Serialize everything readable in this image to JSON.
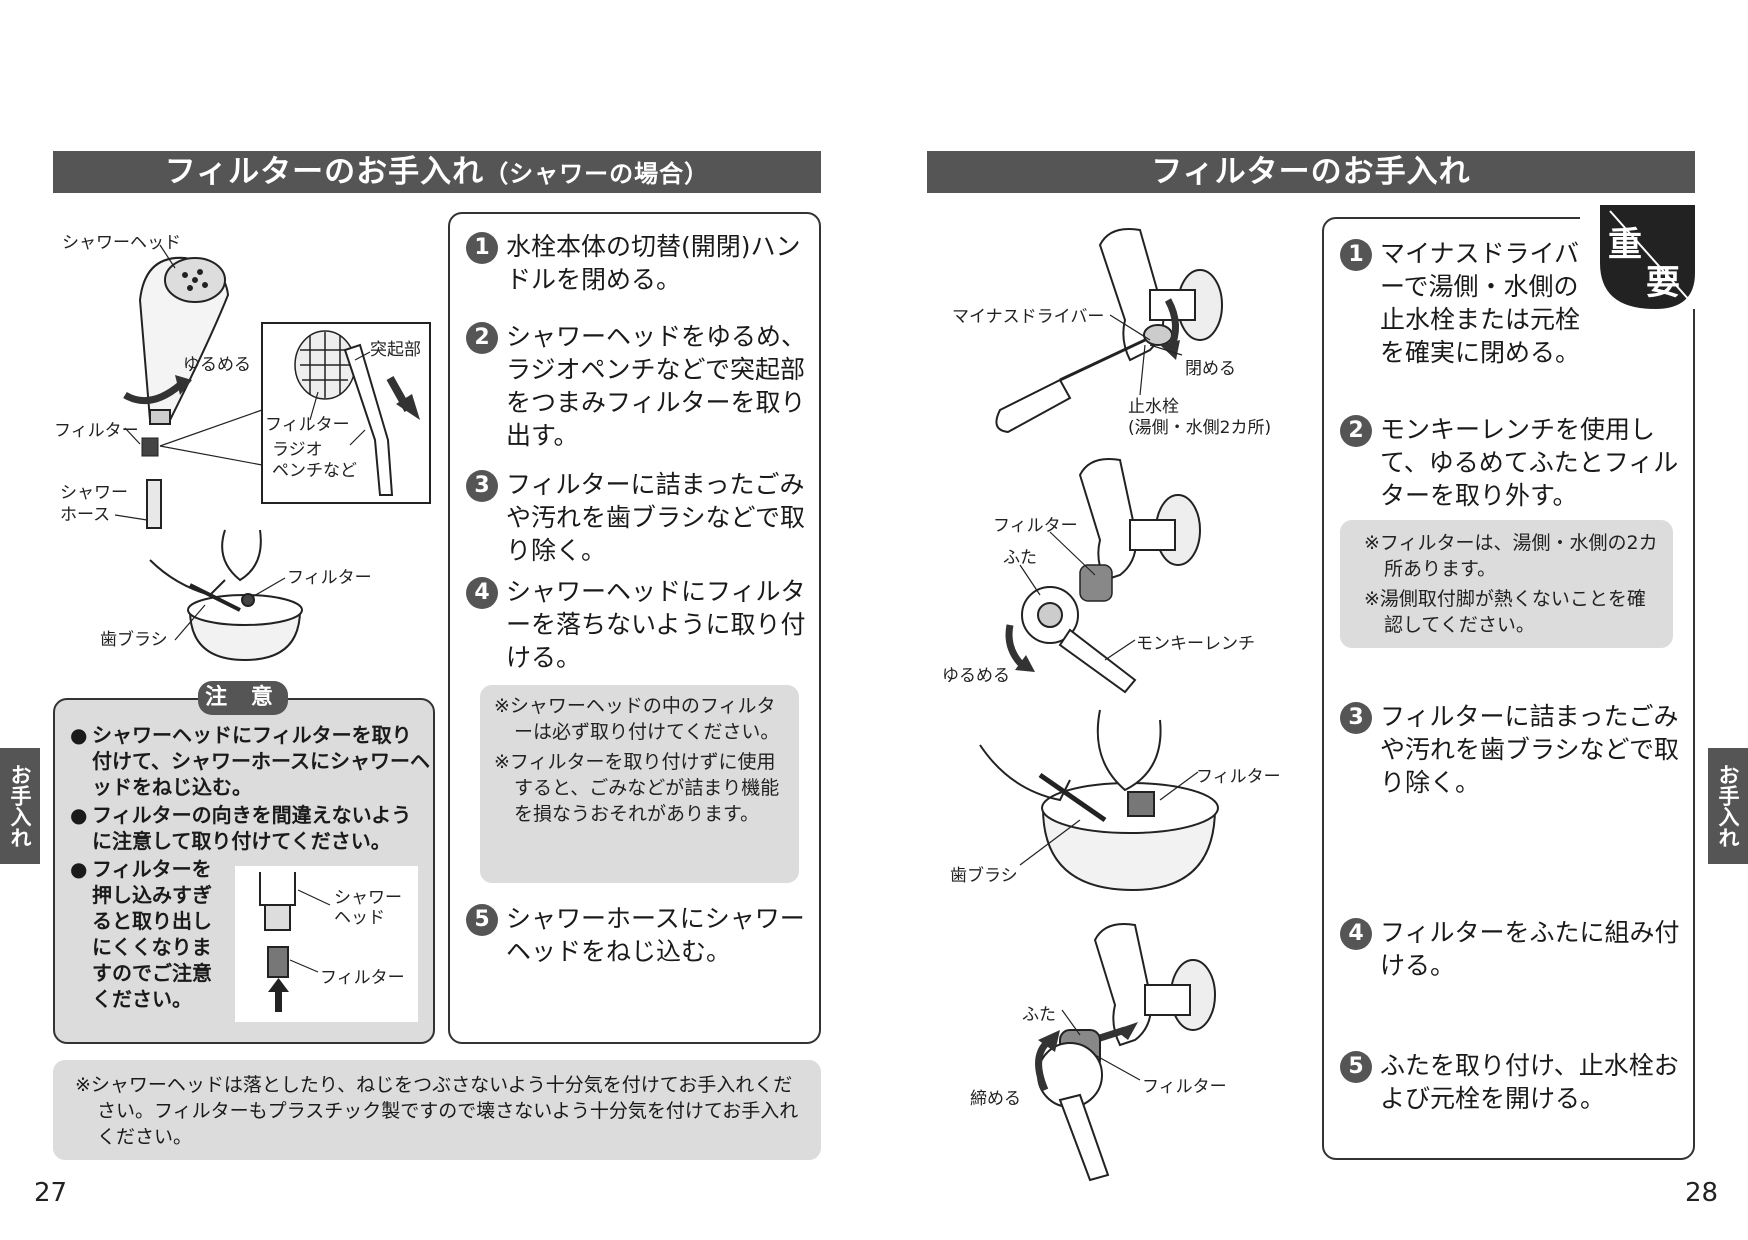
{
  "left": {
    "title": "フィルターのお手入れ",
    "title_sub": "（シャワーの場合）",
    "labels": {
      "shower_head": "シャワーヘッド",
      "loosen": "ゆるめる",
      "filter1": "フィルター",
      "protrusion": "突起部",
      "filter2": "フィルター",
      "pliers": "ラジオ\nペンチなど",
      "hose": "シャワー\nホース",
      "filter3": "フィルター",
      "brush": "歯ブラシ"
    },
    "steps": [
      {
        "num": "1",
        "text": "水栓本体の切替(開閉)ハンドルを閉める。"
      },
      {
        "num": "2",
        "text": "シャワーヘッドをゆるめ、ラジオペンチなどで突起部をつまみフィルターを取り出す。"
      },
      {
        "num": "3",
        "text": "フィルターに詰まったごみや汚れを歯ブラシなどで取り除く。"
      },
      {
        "num": "4",
        "text": "シャワーヘッドにフィルターを落ちないように取り付ける。"
      },
      {
        "num": "5",
        "text": "シャワーホースにシャワーヘッドをねじ込む。"
      }
    ],
    "step_notes": [
      "※シャワーヘッドの中のフィルターは必ず取り付けてください。",
      "※フィルターを取り付けずに使用すると、ごみなどが詰まり機能を損なうおそれがあります。"
    ],
    "caution": {
      "title": "注 意",
      "bullets": [
        "シャワーヘッドにフィルターを取り付けて、シャワーホースにシャワーヘッドをねじ込む。",
        "フィルターの向きを間違えないように注意して取り付けてください。",
        "フィルターを押し込みすぎると取り出しにくくなりますのでご注意ください。"
      ],
      "bullet_mark": "●",
      "fig_shower_head": "シャワー\nヘッド",
      "fig_filter": "フィルター"
    },
    "bottom_note": "※シャワーヘッドは落としたり、ねじをつぶさないよう十分気を付けてお手入れください。フィルターもプラスチック製ですので壊さないよう十分気を付けてお手入れください。",
    "tab": "お手入れ",
    "page": "27"
  },
  "right": {
    "title": "フィルターのお手入れ",
    "labels": {
      "screwdriver": "マイナスドライバー",
      "close": "閉める",
      "stop_valve": "止水栓\n(湯側・水側2カ所)",
      "filter_a": "フィルター",
      "lid_a": "ふた",
      "wrench": "モンキーレンチ",
      "loosen": "ゆるめる",
      "filter_b": "フィルター",
      "brush": "歯ブラシ",
      "lid_b": "ふた",
      "tighten": "締める",
      "filter_c": "フィルター"
    },
    "important": [
      "重",
      "要"
    ],
    "steps": [
      {
        "num": "1",
        "text": "マイナスドライバーで湯側・水側の止水栓または元栓を確実に閉める。"
      },
      {
        "num": "2",
        "text": "モンキーレンチを使用して、ゆるめてふたとフィルターを取り外す。"
      },
      {
        "num": "3",
        "text": "フィルターに詰まったごみや汚れを歯ブラシなどで取り除く。"
      },
      {
        "num": "4",
        "text": "フィルターをふたに組み付ける。"
      },
      {
        "num": "5",
        "text": "ふたを取り付け、止水栓および元栓を開ける。"
      }
    ],
    "notes": [
      "※フィルターは、湯側・水側の2カ所あります。",
      "※湯側取付脚が熱くないことを確認してください。"
    ],
    "tab": "お手入れ",
    "page": "28"
  },
  "colors": {
    "title_bg": "#555555",
    "note_bg": "#dcdcdc",
    "border": "#333333"
  }
}
